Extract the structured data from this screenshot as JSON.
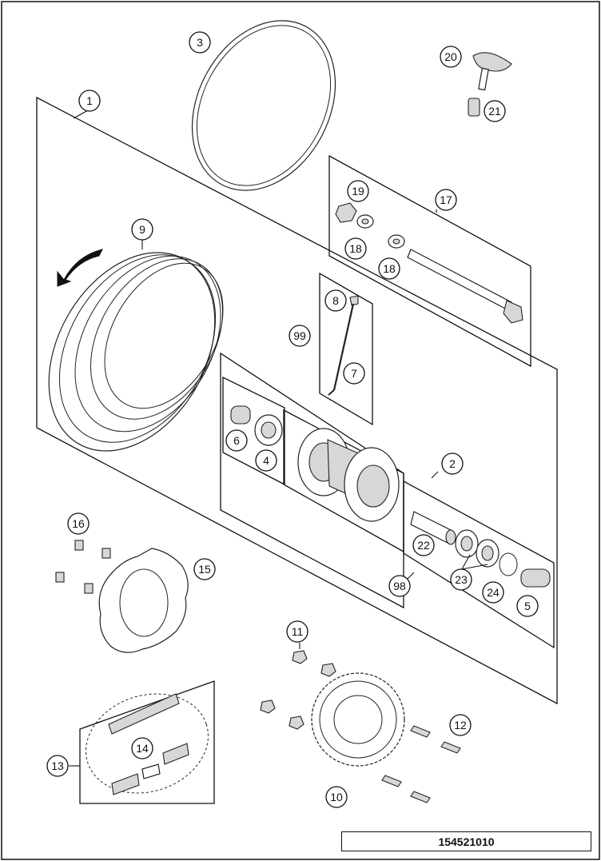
{
  "drawing_number": "154521010",
  "callouts": [
    {
      "id": "1",
      "label": "1"
    },
    {
      "id": "2",
      "label": "2"
    },
    {
      "id": "3",
      "label": "3"
    },
    {
      "id": "4",
      "label": "4"
    },
    {
      "id": "5",
      "label": "5"
    },
    {
      "id": "6",
      "label": "6"
    },
    {
      "id": "7",
      "label": "7"
    },
    {
      "id": "8",
      "label": "8"
    },
    {
      "id": "9",
      "label": "9"
    },
    {
      "id": "10",
      "label": "10"
    },
    {
      "id": "11",
      "label": "11"
    },
    {
      "id": "12",
      "label": "12"
    },
    {
      "id": "13",
      "label": "13"
    },
    {
      "id": "14",
      "label": "14"
    },
    {
      "id": "15",
      "label": "15"
    },
    {
      "id": "16",
      "label": "16"
    },
    {
      "id": "17",
      "label": "17"
    },
    {
      "id": "18a",
      "label": "18"
    },
    {
      "id": "18b",
      "label": "18"
    },
    {
      "id": "19",
      "label": "19"
    },
    {
      "id": "20",
      "label": "20"
    },
    {
      "id": "21",
      "label": "21"
    },
    {
      "id": "22",
      "label": "22"
    },
    {
      "id": "23",
      "label": "23"
    },
    {
      "id": "24",
      "label": "24"
    },
    {
      "id": "98",
      "label": "98"
    },
    {
      "id": "99",
      "label": "99"
    }
  ]
}
